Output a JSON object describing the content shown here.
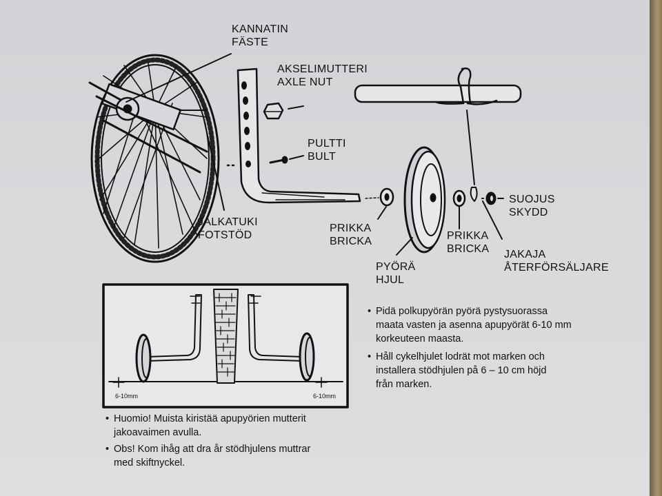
{
  "labels": {
    "bracket": [
      "KANNATIN",
      "FÄSTE"
    ],
    "axle_nut": [
      "AKSELIMUTTERI",
      "AXLE NUT"
    ],
    "bolt": [
      "PULTTI",
      "BULT"
    ],
    "footrest": [
      "JALKATUKI",
      "FOTSTÖD"
    ],
    "washer_left": [
      "PRIKKA",
      "BRICKA"
    ],
    "wheel": [
      "PYÖRÄ",
      "HJUL"
    ],
    "washer_right": [
      "PRIKKA",
      "BRICKA"
    ],
    "cover": [
      "SUOJUS",
      "SKYDD"
    ],
    "dealer": [
      "JAKAJA",
      "ÅTERFÖRSÄLJARE"
    ]
  },
  "inset": {
    "left_measure": "6-10mm",
    "right_measure": "6-10mm"
  },
  "notes": {
    "right": [
      [
        "Pidä polkupyörän pyörä pystysuorassa",
        "maata vasten ja asenna apupyörät 6-10 mm",
        "korkeuteen maasta."
      ],
      [
        "Håll cykelhjulet lodrät mot marken och",
        "installera stödhjulen på 6 – 10 cm höjd",
        "från marken."
      ]
    ],
    "bottom": [
      [
        "Huomio! Muista kiristää apupyörien mutterit",
        "jakoavaimen avulla."
      ],
      [
        "Obs! Kom ihåg att dra år stödhjulens muttrar",
        "med skiftnyckel."
      ]
    ],
    "bullet_symbol": "•"
  }
}
